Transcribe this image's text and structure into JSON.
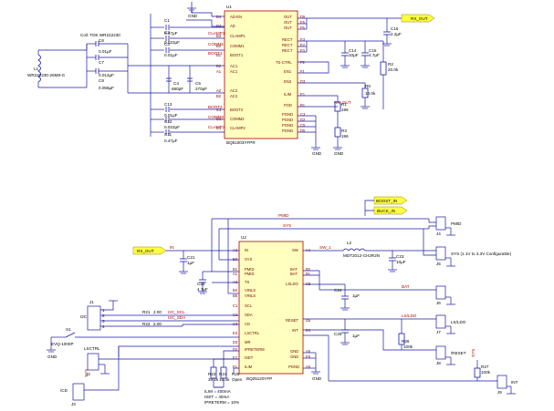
{
  "u1": {
    "ref": "U1",
    "part": "BQ51003YFPR",
    "pins_left": [
      {
        "num": "B4",
        "name": "AD-EN"
      },
      {
        "num": "D4",
        "name": "AD"
      },
      {
        "num": "B3",
        "name": "CLAMP1"
      },
      {
        "num": "B4",
        "name": "COMM1"
      },
      {
        "num": "B1",
        "name": "BOOT1"
      },
      {
        "num": "B2",
        "name": "AC1"
      },
      {
        "num": "A1",
        "name": "AC1"
      },
      {
        "num": "A2",
        "name": "AC2"
      },
      {
        "num": "B2",
        "name": "AC2"
      },
      {
        "num": "C1",
        "name": "BOOT2"
      },
      {
        "num": "D1",
        "name": "COMM2"
      },
      {
        "num": "C1",
        "name": "CLAMP2"
      }
    ],
    "pins_right": [
      {
        "num": "D5",
        "name": "OUT"
      },
      {
        "num": "E5",
        "name": "OUT"
      },
      {
        "num": "F5",
        "name": "OUT"
      },
      {
        "num": "E3",
        "name": "RECT"
      },
      {
        "num": "E2",
        "name": "RECT"
      },
      {
        "num": "F3",
        "name": "RECT"
      },
      {
        "num": "F2",
        "name": "TS-CTRL"
      },
      {
        "num": "F1",
        "name": "EN1"
      },
      {
        "num": "D3",
        "name": "EN2"
      },
      {
        "num": "E1",
        "name": "ILIM"
      },
      {
        "num": "B1",
        "name": "FOD"
      },
      {
        "num": "C3",
        "name": "PGND"
      },
      {
        "num": "D2",
        "name": "PGND"
      },
      {
        "num": "C5",
        "name": "PGND"
      },
      {
        "num": "D5",
        "name": "PGND"
      }
    ]
  },
  "u2": {
    "ref": "U2",
    "part": "BQ25120YFP",
    "pins_left": [
      {
        "num": "A2",
        "name": "IN"
      },
      {
        "num": "B3",
        "name": "SYS"
      },
      {
        "num": "B1",
        "name": "PMID"
      },
      {
        "num": "A1",
        "name": "PMID"
      },
      {
        "num": "A3",
        "name": "TS"
      },
      {
        "num": "B4",
        "name": "VINLS"
      },
      {
        "num": "B5",
        "name": "VINLS"
      },
      {
        "num": "C1",
        "name": "SCL"
      },
      {
        "num": "C2",
        "name": "SDA"
      },
      {
        "num": "C3",
        "name": "CD"
      },
      {
        "num": "E3",
        "name": "LSCTRL"
      },
      {
        "num": "D3",
        "name": "MR"
      },
      {
        "num": "D2",
        "name": "IPRETERM"
      },
      {
        "num": "E2",
        "name": "ISET"
      },
      {
        "num": "E1",
        "name": "ILIM"
      }
    ],
    "pins_right": [
      {
        "num": "A4",
        "name": "SW"
      },
      {
        "num": "B2",
        "name": "BAT"
      },
      {
        "num": "B1",
        "name": "BAT"
      },
      {
        "num": "C5",
        "name": "LSLDO"
      },
      {
        "num": "D5",
        "name": "RESET"
      },
      {
        "num": "D4",
        "name": "INT"
      },
      {
        "num": "A5",
        "name": "GND"
      },
      {
        "num": "E5",
        "name": "GND"
      },
      {
        "num": "A5",
        "name": "PGND"
      }
    ]
  },
  "components": {
    "coil_title": "Coil: TDK WR222230",
    "l1": {
      "ref": "L1",
      "value": "WR222230-26M8-G"
    },
    "c6": {
      "ref": "C6",
      "value": "0.01µF"
    },
    "c7": {
      "ref": "C7",
      "value": "0.012µF"
    },
    "c8": {
      "ref": "C8",
      "value": "0.056µF"
    },
    "c1": {
      "ref": "C1",
      "value": "0.47µF"
    },
    "c2": {
      "ref": "C2",
      "value": "0.022µF"
    },
    "c3": {
      "ref": "C3",
      "value": "0.01µF"
    },
    "c4": {
      "ref": "C4",
      "value": "680pF"
    },
    "c5": {
      "ref": "C5",
      "value": "270pF"
    },
    "c13": {
      "ref": "C13",
      "value": "0.01µF"
    },
    "c12": {
      "ref": "C12",
      "value": "0.022µF"
    },
    "c11": {
      "ref": "C11",
      "value": "0.47µF"
    },
    "c16": {
      "ref": "C16",
      "value": "2.2µF"
    },
    "c14": {
      "ref": "C14",
      "value": "10µF"
    },
    "c15": {
      "ref": "C15",
      "value": "4.7µF"
    },
    "r2": {
      "ref": "R2",
      "value": "20.0k"
    },
    "r6": {
      "ref": "R6",
      "value": "10.0k"
    },
    "r1": {
      "ref": "R1",
      "value": "196"
    },
    "r3": {
      "ref": "R3",
      "value": "196"
    },
    "l2": {
      "ref": "L2",
      "value": "MDT2012-CH2R2N"
    },
    "c23": {
      "ref": "C23",
      "value": "10µF"
    },
    "c21": {
      "ref": "C21",
      "value": "1µF"
    },
    "c22": {
      "ref": "C22",
      "value": "4.7µF"
    },
    "c24": {
      "ref": "C24",
      "value": "1µF"
    },
    "c25": {
      "ref": "C25",
      "value": "1µF"
    },
    "r26": {
      "ref": "R26",
      "value": "100k"
    },
    "r27": {
      "ref": "R27",
      "value": "100k"
    },
    "r21": {
      "ref": "R21",
      "value": "2.00"
    },
    "r22": {
      "ref": "R22",
      "value": "2.00"
    },
    "r23": {
      "ref": "R23",
      "value": "39.2k"
    },
    "r24": {
      "ref": "R24",
      "value": "15.4k"
    },
    "r25": {
      "ref": "R25",
      "value": "Open"
    },
    "s1": {
      "ref": "S1",
      "value": "EVQ-1000P"
    }
  },
  "nets": {
    "rx_out": "RX_OUT",
    "clamp1": "CLAMP1",
    "comm1": "COMM1",
    "boot1": "BOOT1",
    "boot2": "BOOT2",
    "comm2": "COMM2",
    "clamp2": "CLAMP2",
    "pmid": "PMID",
    "sys": "SYS",
    "in": "IN",
    "sw1": "SW_1",
    "bat": "BAT",
    "lsldo": "LS/LDO",
    "boost_in": "BOOST_IN",
    "buck_in": "BUCK_IN",
    "i2c_scl": "I2C_SCL",
    "i2c_sda": "I2C_SDA",
    "gnd": "GND"
  },
  "headers": {
    "j1": {
      "ref": "J1",
      "label": "I2C"
    },
    "j2": {
      "ref": "J2",
      "label": "LSCTRL"
    },
    "j3": {
      "ref": "J3",
      "label": "/CD"
    },
    "j4": {
      "ref": "J4",
      "label": "PMID"
    },
    "j5": {
      "ref": "J5",
      "label": "SYS (1.1V to 3.3V Configurable)"
    },
    "j6": {
      "ref": "J6",
      "label": ""
    },
    "j7": {
      "ref": "J7",
      "label": "LS/LDO"
    },
    "j8": {
      "ref": "J8",
      "label": "/RESET"
    },
    "j9": {
      "ref": "J9",
      "label": "INT"
    }
  },
  "notes": [
    "ILIM = 400mA",
    "ISET = 40mA",
    "IPRETERM = 10%"
  ],
  "colors": {
    "wire": "#1a1aa8",
    "ic_fill": "#ffffc0",
    "ic_border": "#b00000",
    "net_label": "#b00000",
    "tag_fill": "#ffff40"
  }
}
